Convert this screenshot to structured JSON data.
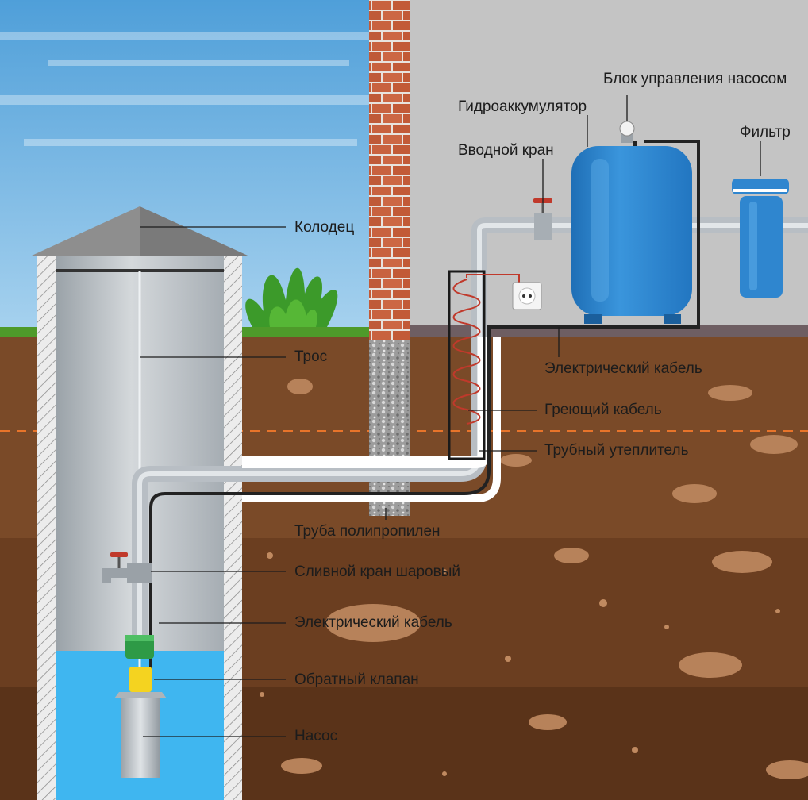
{
  "labels": {
    "well": "Колодец",
    "rope": "Трос",
    "pipe": "Труба полипропилен",
    "drain_valve": "Сливной кран шаровый",
    "cable_well": "Электрический кабель",
    "check_valve": "Обратный клапан",
    "pump": "Насос",
    "control_unit": "Блок управления насосом",
    "accumulator": "Гидроаккумулятор",
    "inlet_valve": "Вводной кран",
    "filter": "Фильтр",
    "cable_house": "Электрический кабель",
    "heating_cable": "Греющий кабель",
    "pipe_insulation": "Трубный утеплитель"
  },
  "colors": {
    "sky": "#5fa8dd",
    "house_wall": "#c4c4c4",
    "brick": "#c8623f",
    "soil_top": "#7a4a28",
    "soil_mid": "#6b3e20",
    "soil_deep": "#5a3319",
    "water": "#3fb6f0",
    "tank": "#2f86cf",
    "pipe": "#c9ced3",
    "heating_coil": "#c0392b",
    "check_valve": "#f4d320",
    "fitting": "#2e9a46",
    "frost_line": "#e8742a"
  },
  "icons": [
    "well-roof-icon",
    "bush-icon",
    "faucet-icon",
    "socket-icon",
    "gauge-icon",
    "filter-icon",
    "pump-icon"
  ]
}
